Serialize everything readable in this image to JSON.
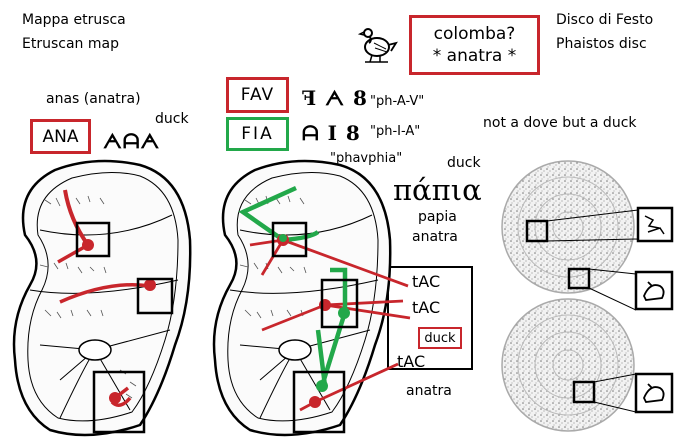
{
  "left": {
    "title_it": "Mappa etrusca",
    "title_en": "Etruscan map",
    "anas": "anas (anatra)",
    "duck": "duck",
    "ana_box": "ANA",
    "ana_glyphs": "ᗅᗩᗅ"
  },
  "center": {
    "fav_box": "FAV",
    "fia_box": "FIA",
    "fav_glyphs": "ꟻ ᗅ 8",
    "fia_glyphs": "ᗩ I 8",
    "phav": "\"ph-A-V\"",
    "phia": "\"ph-I-A\"",
    "phavphia": "\"phavphia\"",
    "duck": "duck",
    "greek": "πάπια",
    "papia": "papia",
    "anatra": "anatra",
    "tac_items": [
      "tAC",
      "tAC",
      "tAC"
    ],
    "duck_box": "duck",
    "anatra_bottom": "anatra"
  },
  "right": {
    "colomba_line1": "colomba?",
    "colomba_line2": "* anatra *",
    "disco_it": "Disco di Festo",
    "disco_en": "Phaistos disc",
    "not_dove": "not a dove but a duck"
  },
  "colors": {
    "red": "#c8262c",
    "green": "#22a84a",
    "black": "#000000"
  }
}
